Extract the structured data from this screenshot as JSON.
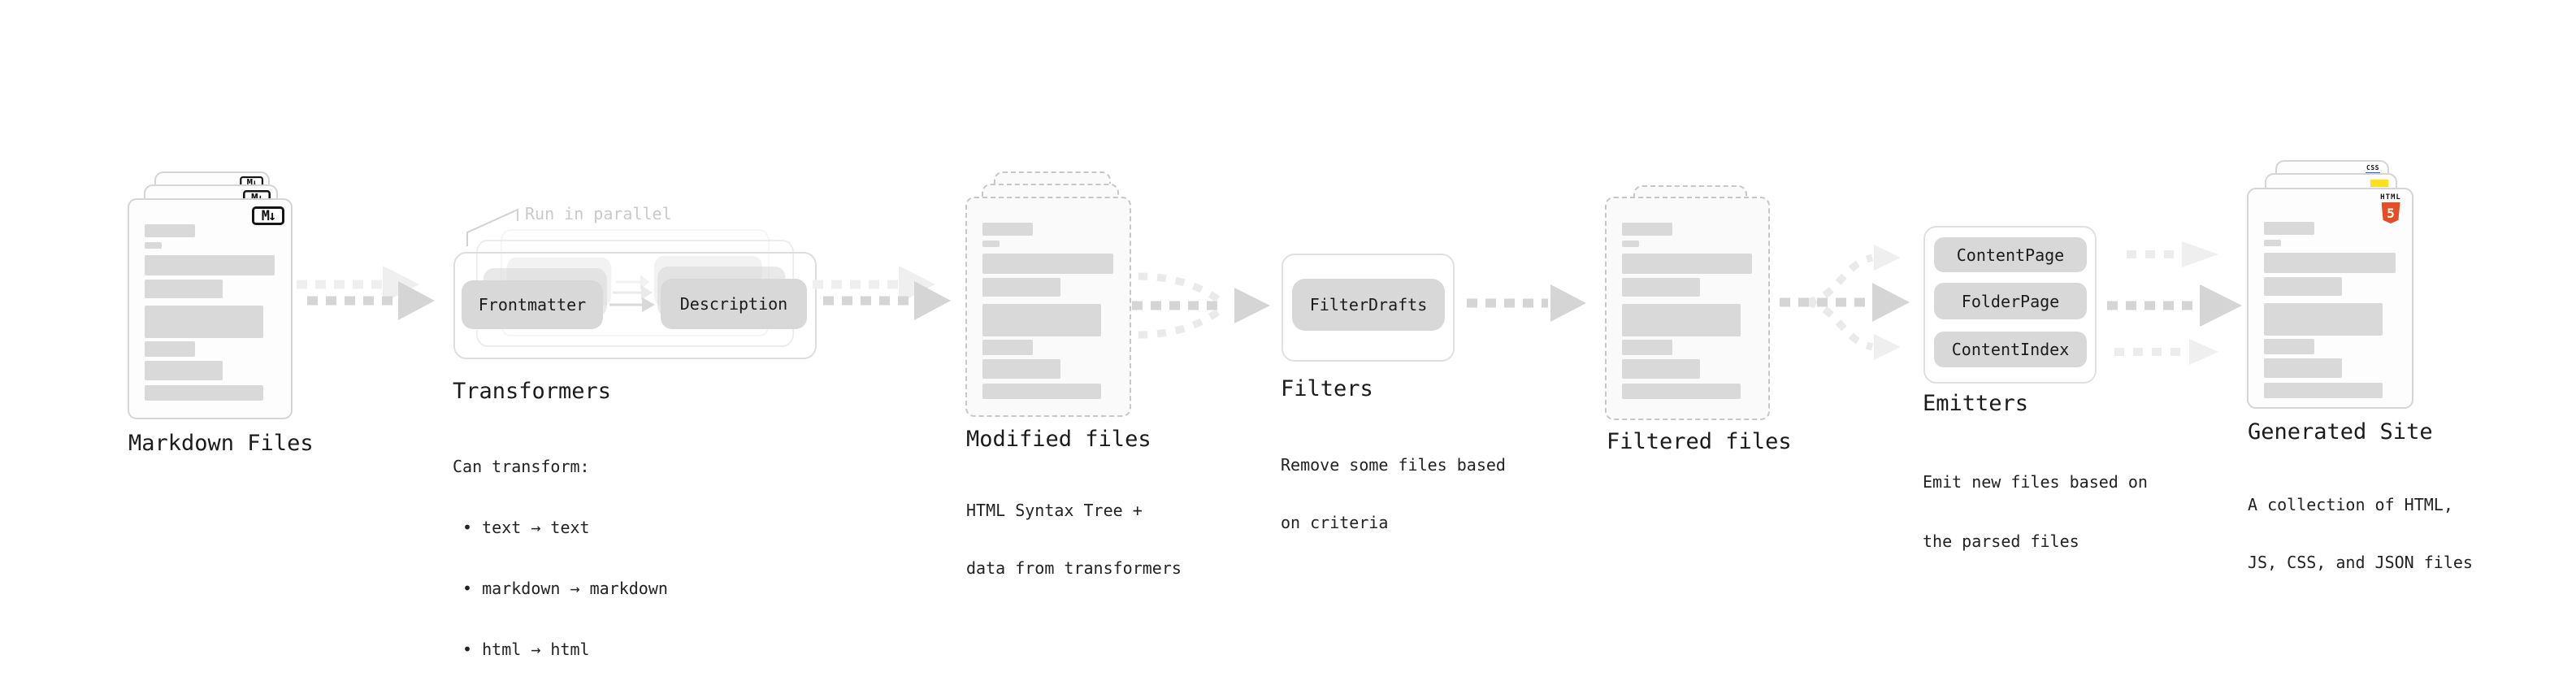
{
  "stages": [
    {
      "label": "Markdown Files"
    },
    {
      "label": "Transformers",
      "callout": "Run in parallel",
      "pills": [
        "Frontmatter",
        "Description"
      ],
      "desc": [
        "Can transform:",
        " • text → text",
        " • markdown → markdown",
        " • html → html"
      ]
    },
    {
      "label": "Modified files",
      "desc": [
        "HTML Syntax Tree +",
        "data from transformers"
      ]
    },
    {
      "label": "Filters",
      "pills": [
        "FilterDrafts"
      ],
      "desc": [
        "Remove some files based",
        "on criteria"
      ]
    },
    {
      "label": "Filtered files"
    },
    {
      "label": "Emitters",
      "pills": [
        "ContentPage",
        "FolderPage",
        "ContentIndex"
      ],
      "desc": [
        "Emit new files based on",
        "the parsed files"
      ]
    },
    {
      "label": "Generated Site",
      "desc": [
        "A collection of HTML,",
        "JS, CSS, and JSON files"
      ]
    }
  ],
  "badges": {
    "markdown": "M↓",
    "html_word": "HTML",
    "html_number": "5",
    "css_word": "CSS"
  },
  "colors": {
    "ink": "#1b1b1b",
    "placeholder_bar": "#d9d9d9",
    "pill": "#d8d8d8",
    "arrow_dark": "#d5d5d5",
    "arrow_light": "#efefef",
    "muted_callout": "#c9c9c9",
    "html5_orange": "#e44d26",
    "js_yellow": "#ffdf1e",
    "css_blue": "#2760e6"
  }
}
